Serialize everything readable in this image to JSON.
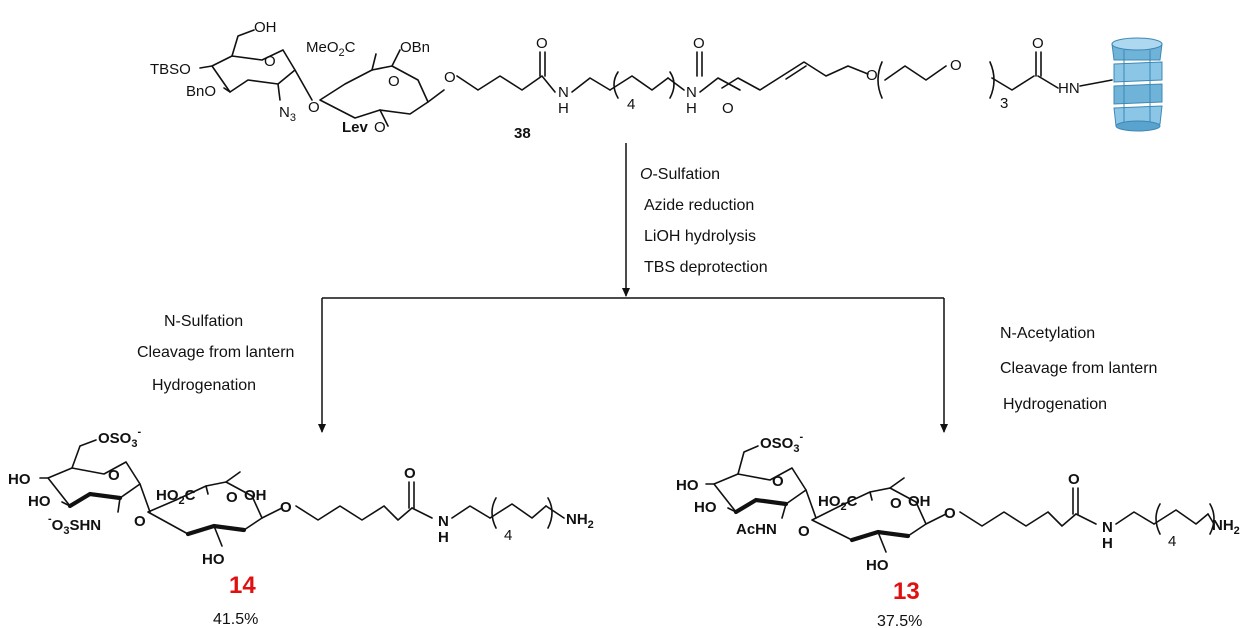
{
  "colors": {
    "green": "#1a8a1a",
    "blue": "#1a1acc",
    "red": "#e01010",
    "bright_green": "#33dd33",
    "lantern": "#6fb3d9"
  },
  "top": {
    "compound_number": "38",
    "labels": {
      "oh": "OH",
      "tbso": "TBSO",
      "bno": "BnO",
      "n3": "N",
      "n3_sub": "3",
      "meo2c": "MeO",
      "meo2c_sub": "2",
      "meo2c_tail": "C",
      "obn": "OBn",
      "lev": "Lev",
      "lev_o": "O",
      "ring_o": "O",
      "ring_o2": "O",
      "glyc_o": "O",
      "link_o": "O",
      "carbonyl_o1": "O",
      "nh1_n": "N",
      "nh1_h": "H",
      "rep1": "4",
      "nh2_n": "N",
      "nh2_h": "H",
      "carbonyl_o2": "O",
      "carb_o": "O",
      "ether_o": "O",
      "peg_o": "O",
      "rep2": "3",
      "carbonyl_o3": "O",
      "hn": "HN"
    }
  },
  "steps_center": [
    "O-Sulfation",
    "Azide reduction",
    "LiOH hydrolysis",
    "TBS deprotection"
  ],
  "steps_left": [
    "N-Sulfation",
    "Cleavage from lantern",
    "Hydrogenation"
  ],
  "steps_right": [
    "N-Acetylation",
    "Cleavage from lantern",
    "Hydrogenation"
  ],
  "product_left": {
    "number": "14",
    "yield": "41.5%",
    "labels": {
      "oso3": "OSO",
      "oso3_sub": "3",
      "oso3_sup": "-",
      "ho1": "HO",
      "ho2": "HO",
      "nhs_pre": "-",
      "nhs_o": "O",
      "nhs_sub": "3",
      "nhs_tail": "SHN",
      "ho2c": "HO",
      "ho2c_sub": "2",
      "ho2c_tail": "C",
      "oh": "OH",
      "ho_red": "HO",
      "ring_o": "O",
      "ring_o2": "O",
      "glyc_o": "O",
      "link_o": "O",
      "carbonyl_o": "O",
      "nh_n": "N",
      "nh_h": "H",
      "rep": "4",
      "nh2": "NH",
      "nh2_sub": "2"
    }
  },
  "product_right": {
    "number": "13",
    "yield": "37.5%",
    "labels": {
      "oso3": "OSO",
      "oso3_sub": "3",
      "oso3_sup": "-",
      "ho1": "HO",
      "ho2": "HO",
      "achn": "AcHN",
      "ho2c": "HO",
      "ho2c_sub": "2",
      "ho2c_tail": "C",
      "oh": "OH",
      "ho_red": "HO",
      "ring_o": "O",
      "ring_o2": "O",
      "glyc_o": "O",
      "link_o": "O",
      "carbonyl_o": "O",
      "nh_n": "N",
      "nh_h": "H",
      "rep": "4",
      "nh2": "NH",
      "nh2_sub": "2"
    }
  }
}
